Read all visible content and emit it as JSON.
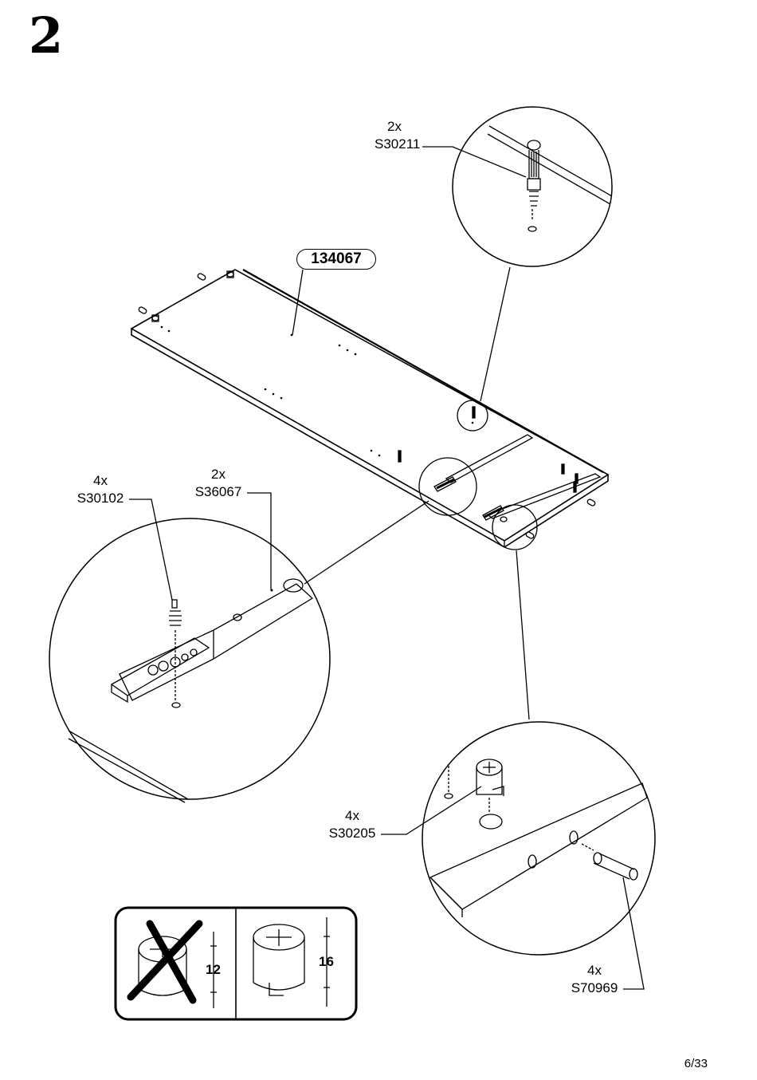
{
  "step_number": "2",
  "panel": {
    "part_number": "134067"
  },
  "callouts": {
    "cam_bolt": {
      "qty": "2x",
      "code": "S30211"
    },
    "screw": {
      "qty": "4x",
      "code": "S30102"
    },
    "drawer_runner": {
      "qty": "2x",
      "code": "S36067"
    },
    "cam_lock": {
      "qty": "4x",
      "code": "S30205"
    },
    "dowel": {
      "qty": "4x",
      "code": "S70969"
    }
  },
  "comparison": {
    "wrong_size": "12",
    "correct_size": "16"
  },
  "page_number": "6/33"
}
